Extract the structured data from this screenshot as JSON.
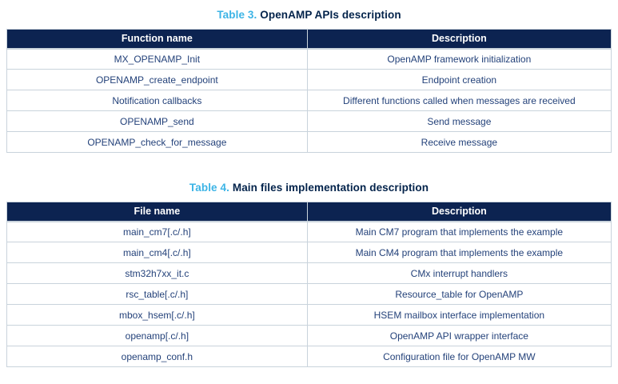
{
  "colors": {
    "accent_blue": "#3cb4e6",
    "dark_navy": "#03234b",
    "table_header_bg": "#0c2351",
    "table_header_text": "#ffffff",
    "cell_text": "#24427a",
    "border": "#c9d3dc"
  },
  "tables": [
    {
      "label": "Table 3.",
      "title": "OpenAMP APIs description",
      "columns": [
        "Function name",
        "Description"
      ],
      "rows": [
        [
          "MX_OPENAMP_Init",
          "OpenAMP framework initialization"
        ],
        [
          "OPENAMP_create_endpoint",
          "Endpoint creation"
        ],
        [
          "Notification callbacks",
          "Different functions called when messages are received"
        ],
        [
          "OPENAMP_send",
          "Send message"
        ],
        [
          "OPENAMP_check_for_message",
          "Receive message"
        ]
      ]
    },
    {
      "label": "Table 4.",
      "title": "Main files implementation description",
      "columns": [
        "File name",
        "Description"
      ],
      "rows": [
        [
          "main_cm7[.c/.h]",
          "Main CM7 program that implements the example"
        ],
        [
          "main_cm4[.c/.h]",
          "Main CM4 program that implements the example"
        ],
        [
          "stm32h7xx_it.c",
          "CMx interrupt handlers"
        ],
        [
          "rsc_table[.c/.h]",
          "Resource_table for OpenAMP"
        ],
        [
          "mbox_hsem[.c/.h]",
          "HSEM mailbox interface implementation"
        ],
        [
          "openamp[.c/.h]",
          "OpenAMP API wrapper interface"
        ],
        [
          "openamp_conf.h",
          "Configuration file for OpenAMP MW"
        ]
      ]
    }
  ]
}
